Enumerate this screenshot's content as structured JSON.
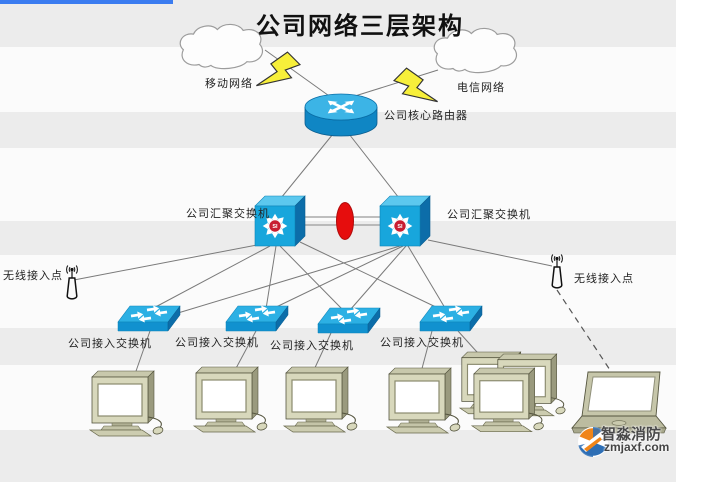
{
  "title": "公司网络三层架构",
  "clouds": {
    "mobile_label": "移动网络",
    "telecom_label": "电信网络"
  },
  "router": {
    "label": "公司核心路由器"
  },
  "aggregation": {
    "left_label": "公司汇聚交换机",
    "right_label": "公司汇聚交换机",
    "si_badge": "SI"
  },
  "wireless": {
    "left_label": "无线接入点",
    "right_label": "无线接入点"
  },
  "access_switches": [
    {
      "label": "公司接入交换机"
    },
    {
      "label": "公司接入交换机"
    },
    {
      "label": "公司接入交换机"
    },
    {
      "label": "公司接入交换机"
    }
  ],
  "watermark": {
    "brand": "智淼消防",
    "site": "zmjaxf.com"
  },
  "icons": {
    "cloud": "network-cloud-icon",
    "router": "core-router-cylinder-icon",
    "aggregation_switch": "multilayer-switch-cube-icon",
    "access_switch": "workgroup-switch-icon",
    "access_point": "wireless-antenna-icon",
    "pc": "desktop-computer-icon",
    "laptop": "laptop-icon",
    "bolt": "lightning-link-icon",
    "redundancy": "red-ellipse-trunk-icon"
  },
  "colors": {
    "device_blue": "#18a6dc",
    "device_blue_dark": "#0c6da9",
    "device_blue_light": "#5cc8ee",
    "link_gray": "#7a7a7a",
    "ellipse_red": "#e60d0d",
    "bolt_yellow": "#f7ef3a",
    "pc_beige": "#d8d8bc",
    "accent_bar_blue": "#3b7cf0",
    "logo_orange": "#f08519",
    "logo_blue": "#2e6fb5"
  }
}
